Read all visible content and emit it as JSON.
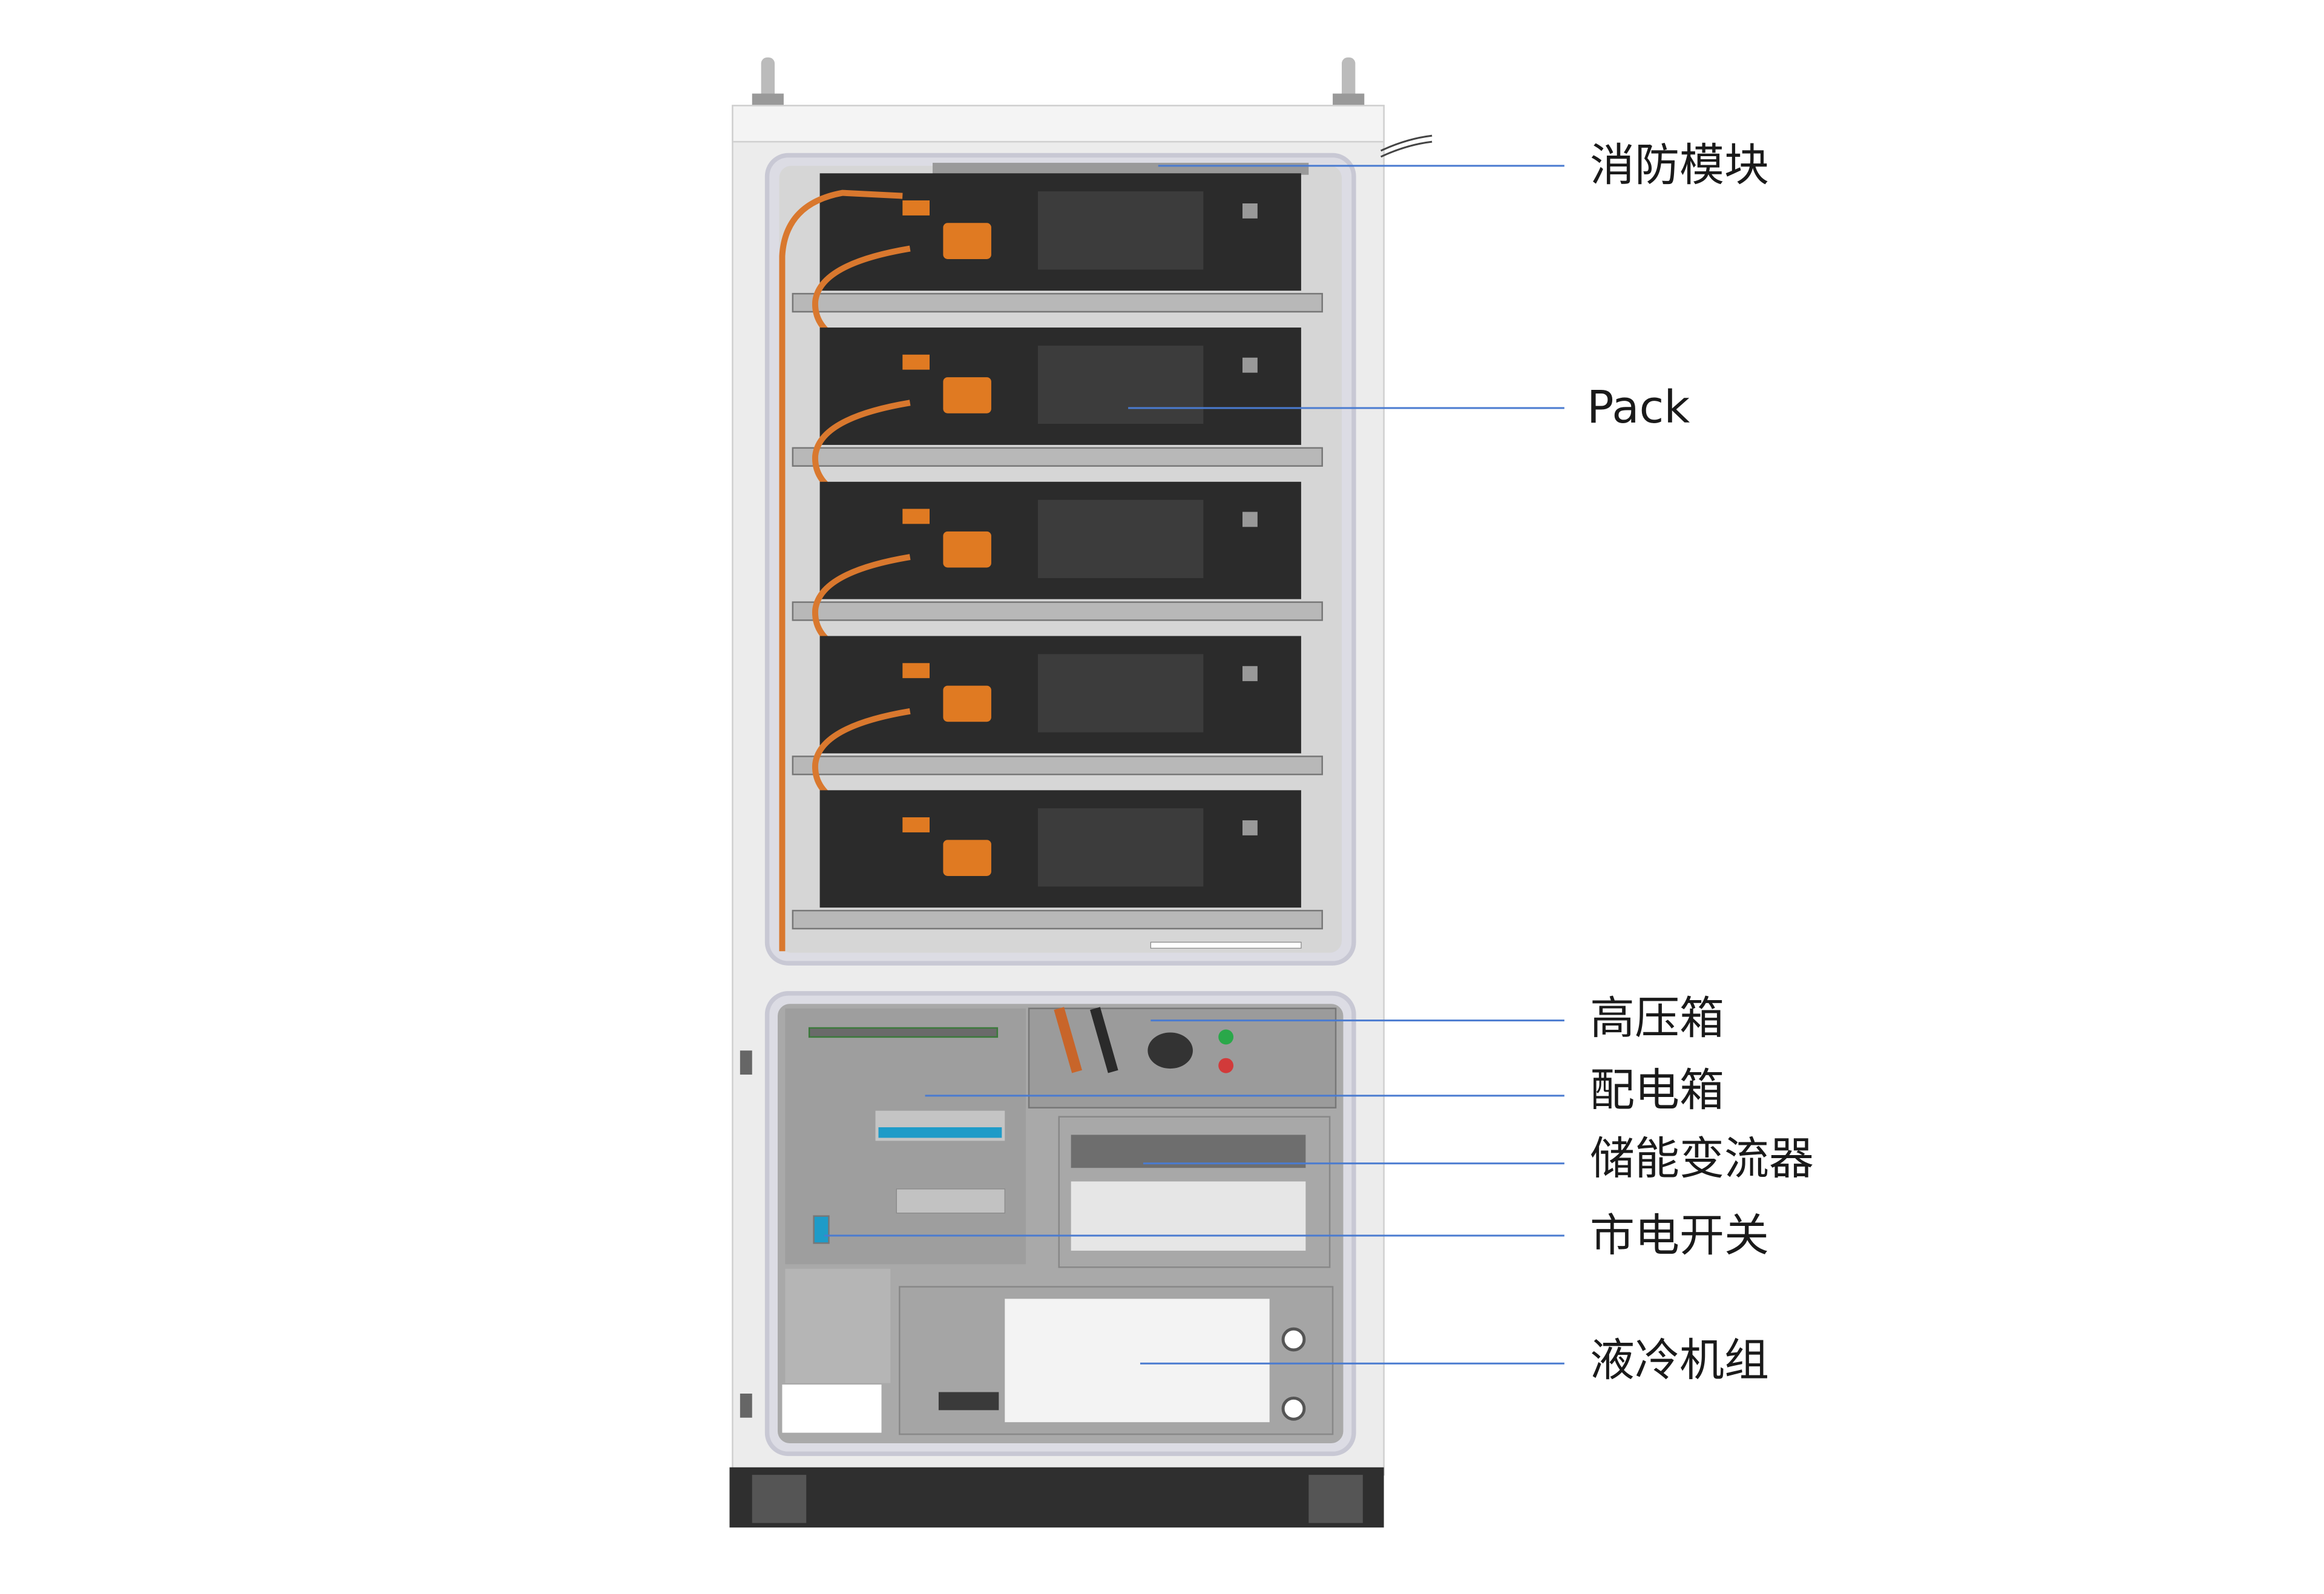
{
  "labels": [
    {
      "key": "fire",
      "text": "消防模块"
    },
    {
      "key": "pack",
      "text": "Pack"
    },
    {
      "key": "hv",
      "text": "高压箱"
    },
    {
      "key": "dist",
      "text": "配电箱"
    },
    {
      "key": "pcs",
      "text": "储能变流器"
    },
    {
      "key": "grid",
      "text": "市电开关"
    },
    {
      "key": "cool",
      "text": "液冷机组"
    }
  ],
  "colors": {
    "leader_line": "#4a7bd0",
    "cable": "#d9782e",
    "cabinet": "#eeeeee",
    "pack": "#2b2b2b",
    "base": "#2e2e2e",
    "breaker": "#1e9bc8"
  },
  "pack_count": 5
}
